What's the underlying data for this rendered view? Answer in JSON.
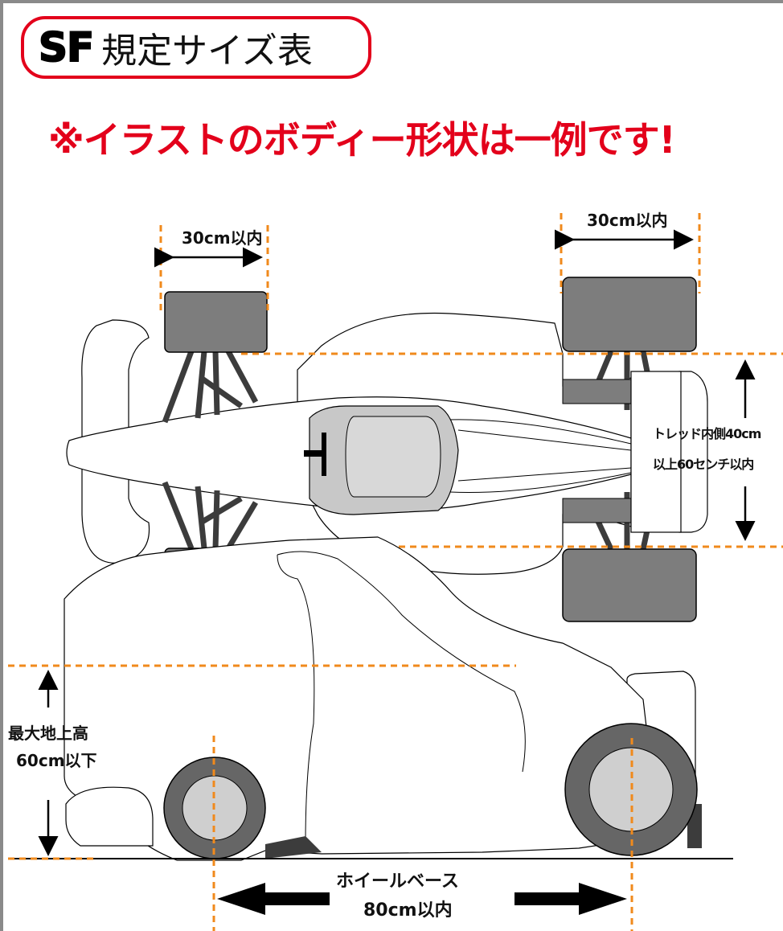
{
  "header": {
    "logo": "SF",
    "title": "規定サイズ表"
  },
  "note": "※イラストのボディー形状は一例です!",
  "labels": {
    "front_tire_width": "30cm以内",
    "rear_tire_width": "30cm以内",
    "tread_line1": "トレッド内側40cm",
    "tread_line2": "以上60センチ以内",
    "max_height_line1": "最大地上高",
    "max_height_line2": "60cm以下",
    "wheelbase_line1": "ホイールベース",
    "wheelbase_line2": "80cm以内"
  },
  "colors": {
    "accent_red": "#e3001b",
    "dash_orange": "#f08a1c",
    "tire_gray": "#7d7d7d",
    "cockpit_gray": "#c8c8c8"
  }
}
